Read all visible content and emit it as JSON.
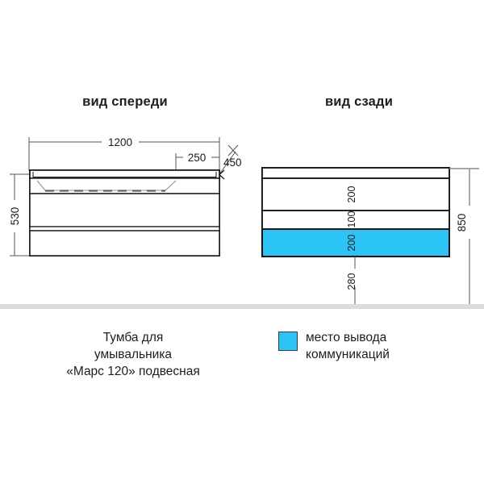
{
  "views": {
    "front": {
      "title": "вид спереди"
    },
    "rear": {
      "title": "вид сзади"
    }
  },
  "dimensions": {
    "front_width": "1200",
    "front_inset": "250",
    "front_depth": "450",
    "front_height": "530",
    "rear_total_height": "850",
    "rear_band_top": "200",
    "rear_band_mid": "100",
    "rear_band_blue": "200",
    "rear_floor_offset": "280"
  },
  "caption": {
    "line1": "Тумба для",
    "line2": "умывальника",
    "line3": "«Марс 120» подвесная"
  },
  "legend": {
    "swatch_color": "#2bc4f5",
    "line1": "место вывода",
    "line2": "коммуникаций"
  },
  "colors": {
    "outline": "#141414",
    "dimension_line": "#555555",
    "blue_zone": "#2bc4f5",
    "ground": "#dcdcdc",
    "background": "#ffffff"
  }
}
